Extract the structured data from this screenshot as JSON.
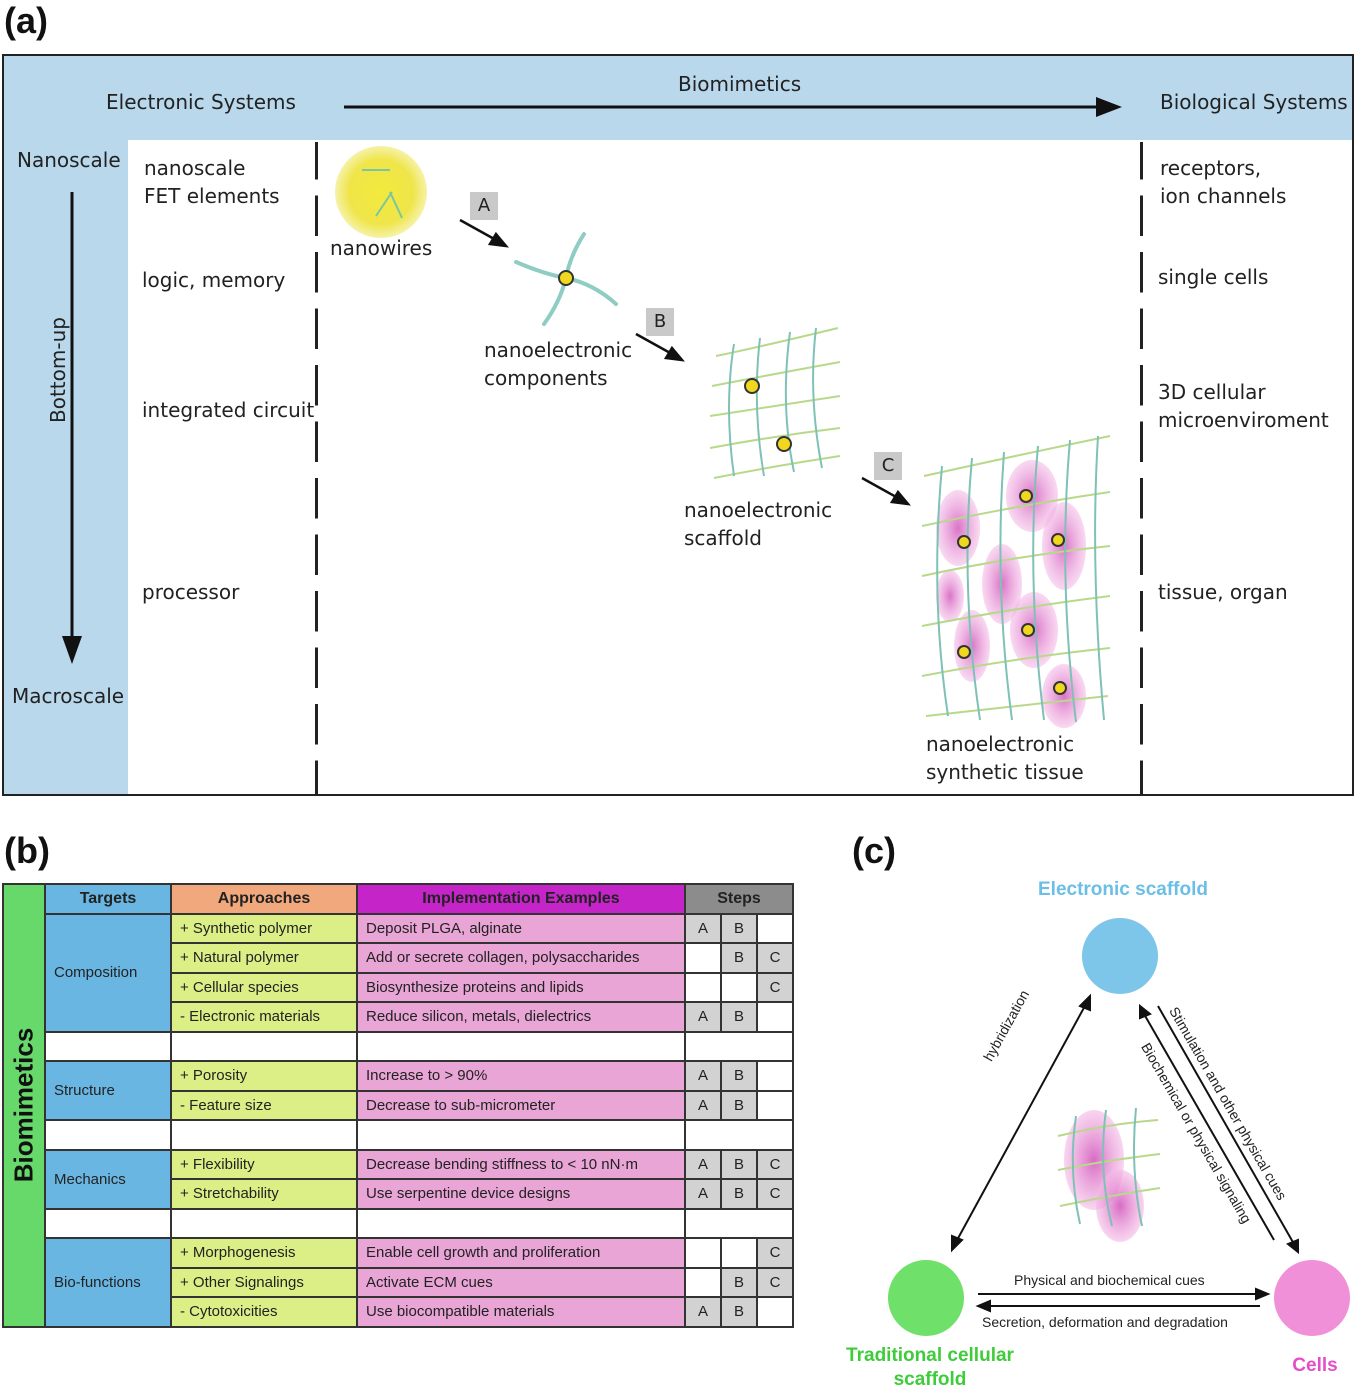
{
  "panel_labels": {
    "a": "(a)",
    "b": "(b)",
    "c": "(c)"
  },
  "panel_a": {
    "header": {
      "left": "Electronic Systems",
      "middle": "Biomimetics",
      "right": "Biological Systems"
    },
    "axis": {
      "top": "Nanoscale",
      "middle": "Bottom-up",
      "bottom": "Macroscale"
    },
    "electronic_levels": [
      "nanoscale\nFET elements",
      "logic, memory",
      "integrated circuit",
      "processor"
    ],
    "biological_levels": [
      "receptors,\nion channels",
      "single cells",
      "3D cellular\nmicroenviroment",
      "tissue, organ"
    ],
    "stages": [
      "nanowires",
      "nanoelectronic\ncomponents",
      "nanoelectronic\nscaffold",
      "nanoelectronic\nsynthetic tissue"
    ],
    "steps": [
      "A",
      "B",
      "C"
    ],
    "colors": {
      "band": "#b9d8ec",
      "wire": "#7fc1b6",
      "junction": "#f0d820",
      "cell": "#e79bd6",
      "nanowire_glow": "#f3ea3c"
    }
  },
  "panel_b": {
    "side_label": "Biomimetics",
    "headers": {
      "targets": "Targets",
      "approaches": "Approaches",
      "examples": "Implementation Examples",
      "steps": "Steps"
    },
    "groups": [
      {
        "target": "Composition",
        "rows": [
          {
            "approach": "+ Synthetic polymer",
            "example": "Deposit PLGA, alginate",
            "steps": [
              "A",
              "B",
              ""
            ]
          },
          {
            "approach": "+ Natural polymer",
            "example": "Add or secrete collagen, polysaccharides",
            "steps": [
              "",
              "B",
              "C"
            ]
          },
          {
            "approach": "+ Cellular species",
            "example": "Biosynthesize proteins and lipids",
            "steps": [
              "",
              "",
              "C"
            ]
          },
          {
            "approach": "- Electronic materials",
            "example": "Reduce silicon, metals, dielectrics",
            "steps": [
              "A",
              "B",
              ""
            ]
          }
        ]
      },
      {
        "target": "Structure",
        "rows": [
          {
            "approach": "+ Porosity",
            "example": "Increase to > 90%",
            "steps": [
              "A",
              "B",
              ""
            ]
          },
          {
            "approach": "- Feature size",
            "example": "Decrease to sub-micrometer",
            "steps": [
              "A",
              "B",
              ""
            ]
          }
        ]
      },
      {
        "target": "Mechanics",
        "rows": [
          {
            "approach": "+ Flexibility",
            "example": "Decrease bending stiffness to < 10 nN·m",
            "steps": [
              "A",
              "B",
              "C"
            ]
          },
          {
            "approach": "+ Stretchability",
            "example": "Use serpentine device designs",
            "steps": [
              "A",
              "B",
              "C"
            ]
          }
        ]
      },
      {
        "target": "Bio-functions",
        "rows": [
          {
            "approach": "+ Morphogenesis",
            "example": "Enable cell growth and proliferation",
            "steps": [
              "",
              "",
              "C"
            ]
          },
          {
            "approach": "+ Other Signalings",
            "example": "Activate ECM cues",
            "steps": [
              "",
              "B",
              "C"
            ]
          },
          {
            "approach": "- Cytotoxicities",
            "example": "Use biocompatible materials",
            "steps": [
              "A",
              "B",
              ""
            ]
          }
        ]
      }
    ],
    "colors": {
      "targets": "#6ab6e3",
      "approaches": "#dcef86",
      "approaches_header": "#f0a87c",
      "examples": "#e8a5d6",
      "examples_header": "#c424c8",
      "steps_header": "#8c8c8c",
      "side": "#66d96a"
    }
  },
  "panel_c": {
    "nodes": {
      "electronic": "Electronic scaffold",
      "traditional": "Traditional cellular\nscaffold",
      "cells": "Cells"
    },
    "edges": {
      "hybridization": "hybridization",
      "stimulation": "Stimulation and other physical cues",
      "biochemical": "Biochemical or physical signaling",
      "physical": "Physical and biochemical cues",
      "secretion": "Secretion, deformation and degradation"
    },
    "colors": {
      "electronic": "#7ec5ea",
      "traditional": "#6fe06a",
      "cells": "#f090d8",
      "electronic_label": "#6bbfe6",
      "traditional_label": "#3fcc3a",
      "cells_label": "#e34fc9"
    }
  }
}
